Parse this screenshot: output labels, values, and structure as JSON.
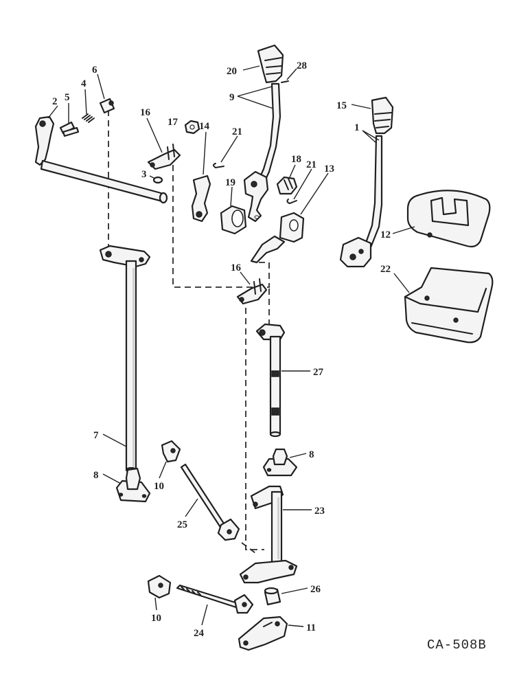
{
  "drawing_code": "CA-508B",
  "callouts": [
    {
      "id": "1",
      "text": "1"
    },
    {
      "id": "2",
      "text": "2"
    },
    {
      "id": "3",
      "text": "3"
    },
    {
      "id": "4",
      "text": "4"
    },
    {
      "id": "5",
      "text": "5"
    },
    {
      "id": "6",
      "text": "6"
    },
    {
      "id": "7",
      "text": "7"
    },
    {
      "id": "8a",
      "text": "8"
    },
    {
      "id": "8b",
      "text": "8"
    },
    {
      "id": "9",
      "text": "9"
    },
    {
      "id": "10a",
      "text": "10"
    },
    {
      "id": "10b",
      "text": "10"
    },
    {
      "id": "11",
      "text": "11"
    },
    {
      "id": "12",
      "text": "12"
    },
    {
      "id": "13",
      "text": "13"
    },
    {
      "id": "14",
      "text": "14"
    },
    {
      "id": "15",
      "text": "15"
    },
    {
      "id": "16a",
      "text": "16"
    },
    {
      "id": "16b",
      "text": "16"
    },
    {
      "id": "17",
      "text": "17"
    },
    {
      "id": "18",
      "text": "18"
    },
    {
      "id": "19",
      "text": "19"
    },
    {
      "id": "20",
      "text": "20"
    },
    {
      "id": "21a",
      "text": "21"
    },
    {
      "id": "21b",
      "text": "21"
    },
    {
      "id": "22",
      "text": "22"
    },
    {
      "id": "23",
      "text": "23"
    },
    {
      "id": "24",
      "text": "24"
    },
    {
      "id": "25",
      "text": "25"
    },
    {
      "id": "26",
      "text": "26"
    },
    {
      "id": "27",
      "text": "27"
    },
    {
      "id": "28",
      "text": "28"
    }
  ]
}
